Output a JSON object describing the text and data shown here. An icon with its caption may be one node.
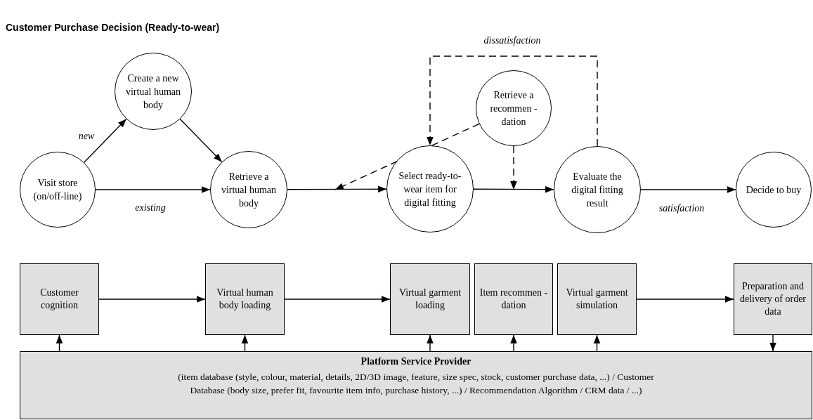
{
  "diagram": {
    "title": "Customer Purchase Decision (Ready-to-wear)",
    "nodes": [
      {
        "text": [
          "Visit store (on/off-line)"
        ]
      },
      {
        "text": [
          "Create a new virtual human body"
        ]
      },
      {
        "text": [
          "Retrieve a virtual human body"
        ]
      },
      {
        "text": [
          "Retrieve a recommen -dation"
        ]
      },
      {
        "text": [
          "Select ready-to-wear item for digital fitting"
        ]
      },
      {
        "text": [
          "Evaluate the digital fitting result"
        ]
      },
      {
        "text": [
          "Decide to buy"
        ]
      },
      {
        "text": [
          "Customer cognition"
        ]
      },
      {
        "text": [
          "Virtual human body loading"
        ]
      },
      {
        "text": [
          "Virtual garment loading"
        ]
      },
      {
        "text": [
          "Item recommen -dation"
        ]
      },
      {
        "text": [
          "Virtual garment simulation"
        ]
      },
      {
        "text": [
          "Preparation and delivery of order data"
        ]
      },
      {
        "text": [
          "Platform Service Provider",
          "(item database (style, colour, material, details, 2D/3D image, feature, size spec, stock, customer purchase data, ...) / Customer Database (body size, prefer fit, favourite item info, purchase history, ...) / Recommendation Algorithm / CRM data / ...)"
        ]
      }
    ],
    "edges": [
      {
        "from": 0,
        "to": 1,
        "arrow": "to",
        "label": "new"
      },
      {
        "from": 0,
        "to": 2,
        "arrow": "to",
        "label": "existing"
      },
      {
        "from": 1,
        "to": 2,
        "arrow": "to"
      },
      {
        "from": 2,
        "to": 4,
        "arrow": "to"
      },
      {
        "from": 3,
        "to": null,
        "arrow": "to",
        "style": "dashed"
      },
      {
        "from": 4,
        "to": 5,
        "arrow": "to"
      },
      {
        "from": 3,
        "to": null,
        "arrow": "to",
        "style": "dashed"
      },
      {
        "from": 5,
        "to": 4,
        "arrow": "to",
        "style": "dashed",
        "label": "dissatisfaction"
      },
      {
        "from": 5,
        "to": 6,
        "arrow": "to",
        "label": "satisfaction"
      },
      {
        "from": 7,
        "to": 8,
        "arrow": "to"
      },
      {
        "from": 8,
        "to": 9,
        "arrow": "to"
      },
      {
        "from": 11,
        "to": 12,
        "arrow": "to"
      },
      {
        "from": 13,
        "to": 7,
        "arrow": "to"
      },
      {
        "from": 13,
        "to": 8,
        "arrow": "to"
      },
      {
        "from": 13,
        "to": 9,
        "arrow": "to"
      },
      {
        "from": 13,
        "to": 10,
        "arrow": "to"
      },
      {
        "from": 13,
        "to": 11,
        "arrow": "to"
      },
      {
        "from": 12,
        "to": 13,
        "arrow": "to"
      }
    ]
  }
}
